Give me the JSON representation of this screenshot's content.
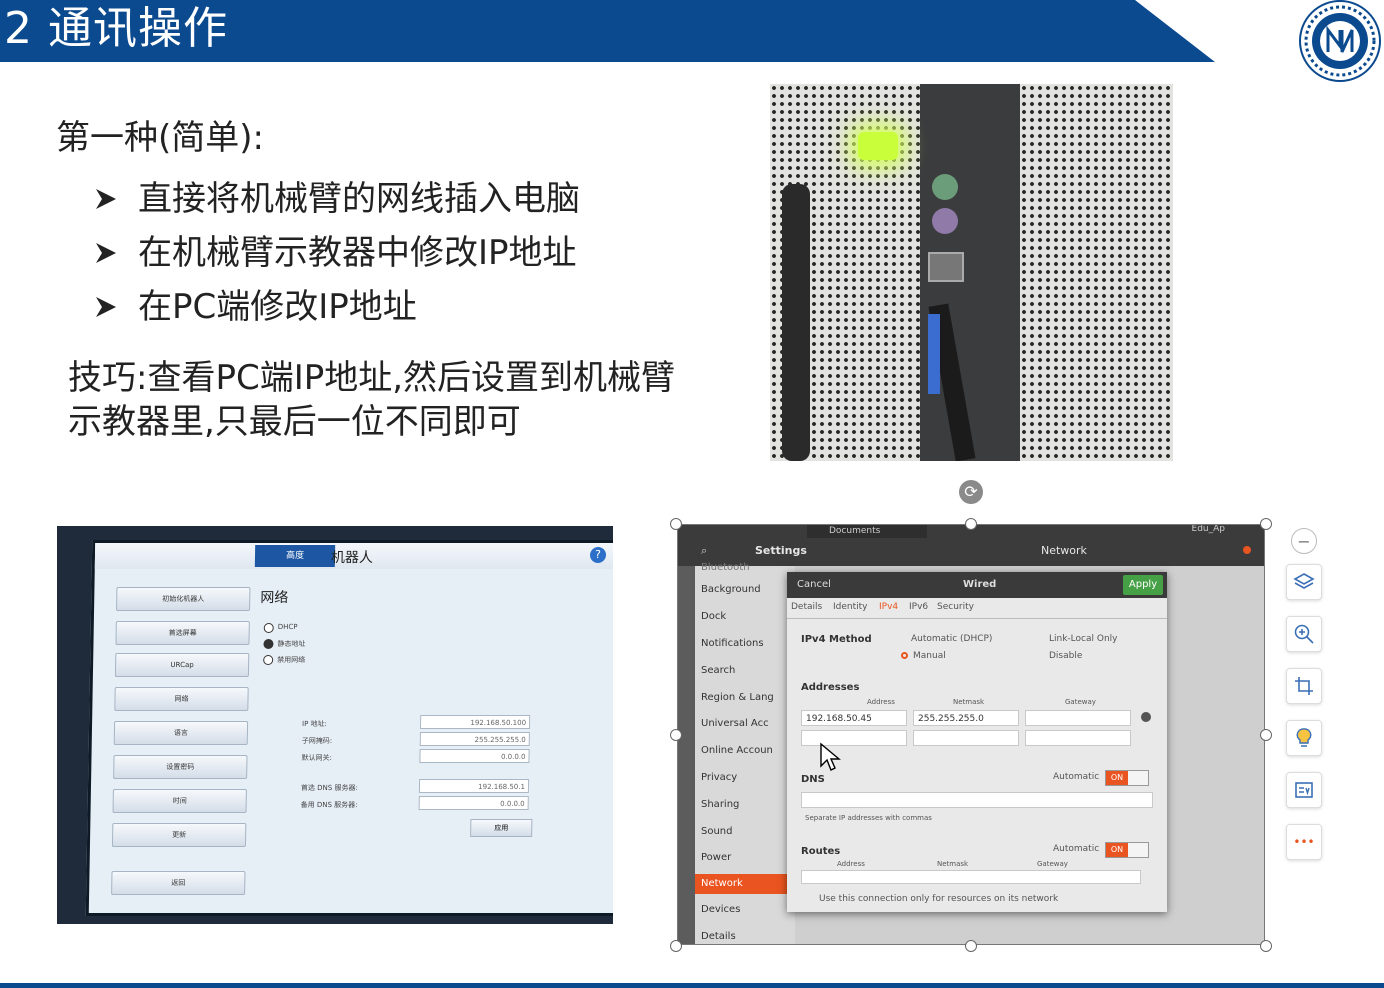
{
  "header": {
    "title": "2 通讯操作"
  },
  "content": {
    "method": "第一种(简单):",
    "bullets": [
      "直接将机械臂的网线插入电脑",
      "在机械臂示教器中修改IP地址",
      "在PC端修改IP地址"
    ],
    "tip_line1": "技巧:查看PC端IP地址,然后设置到机械臂",
    "tip_line2": "示教器里,只最后一位不同即可"
  },
  "teach_pendant": {
    "head_tab": "高度",
    "robot": "机器人",
    "help": "?",
    "network_title": "网络",
    "buttons": [
      "初始化机器人",
      "首选屏幕",
      "URCap",
      "网络",
      "语言",
      "设置密码",
      "时间",
      "更新",
      "返回"
    ],
    "options": [
      "DHCP",
      "静态地址",
      "禁用网络"
    ],
    "labels": [
      "IP 地址:",
      "子网掩码:",
      "默认网关:",
      "首选 DNS 服务器:",
      "备用 DNS 服务器:"
    ],
    "values": [
      "192.168.50.100",
      "255.255.255.0",
      "0.0.0.0",
      "192.168.50.1",
      "0.0.0.0"
    ],
    "apply": "应用"
  },
  "ubuntu": {
    "top_left": "Settings",
    "top_tab": "Documents",
    "top_right": "Network",
    "top_far_right": "Edu_Ap",
    "sidebar": [
      "Bluetooth",
      "Background",
      "Dock",
      "Notifications",
      "Search",
      "Region & Lang",
      "Universal Acc",
      "Online Accoun",
      "Privacy",
      "Sharing",
      "Sound",
      "Power",
      "Network",
      "Devices",
      "Details"
    ],
    "dialog": {
      "cancel": "Cancel",
      "title": "Wired",
      "apply": "Apply",
      "tabs": [
        "Details",
        "Identity",
        "IPv4",
        "IPv6",
        "Security"
      ],
      "ipv4_method": "IPv4 Method",
      "methods": [
        "Automatic (DHCP)",
        "Link-Local Only",
        "Manual",
        "Disable"
      ],
      "addresses": "Addresses",
      "col_address": "Address",
      "col_netmask": "Netmask",
      "col_gateway": "Gateway",
      "address": "192.168.50.45",
      "netmask": "255.255.255.0",
      "dns": "DNS",
      "automatic": "Automatic",
      "on": "ON",
      "dns_hint": "Separate IP addresses with commas",
      "routes": "Routes",
      "route_address": "Address",
      "route_netmask": "Netmask",
      "route_gateway": "Gateway",
      "footer": "Use this connection only for resources on its network"
    }
  },
  "toolbar": {
    "icons": [
      "minus-circle-icon",
      "layers-icon",
      "zoom-in-icon",
      "crop-icon",
      "lightbulb-icon",
      "image-text-icon",
      "more-icon"
    ],
    "more": "•••"
  },
  "colors": {
    "header": "#0b4a8f",
    "ubuntu_orange": "#e95420",
    "apply_green": "#46a046"
  }
}
